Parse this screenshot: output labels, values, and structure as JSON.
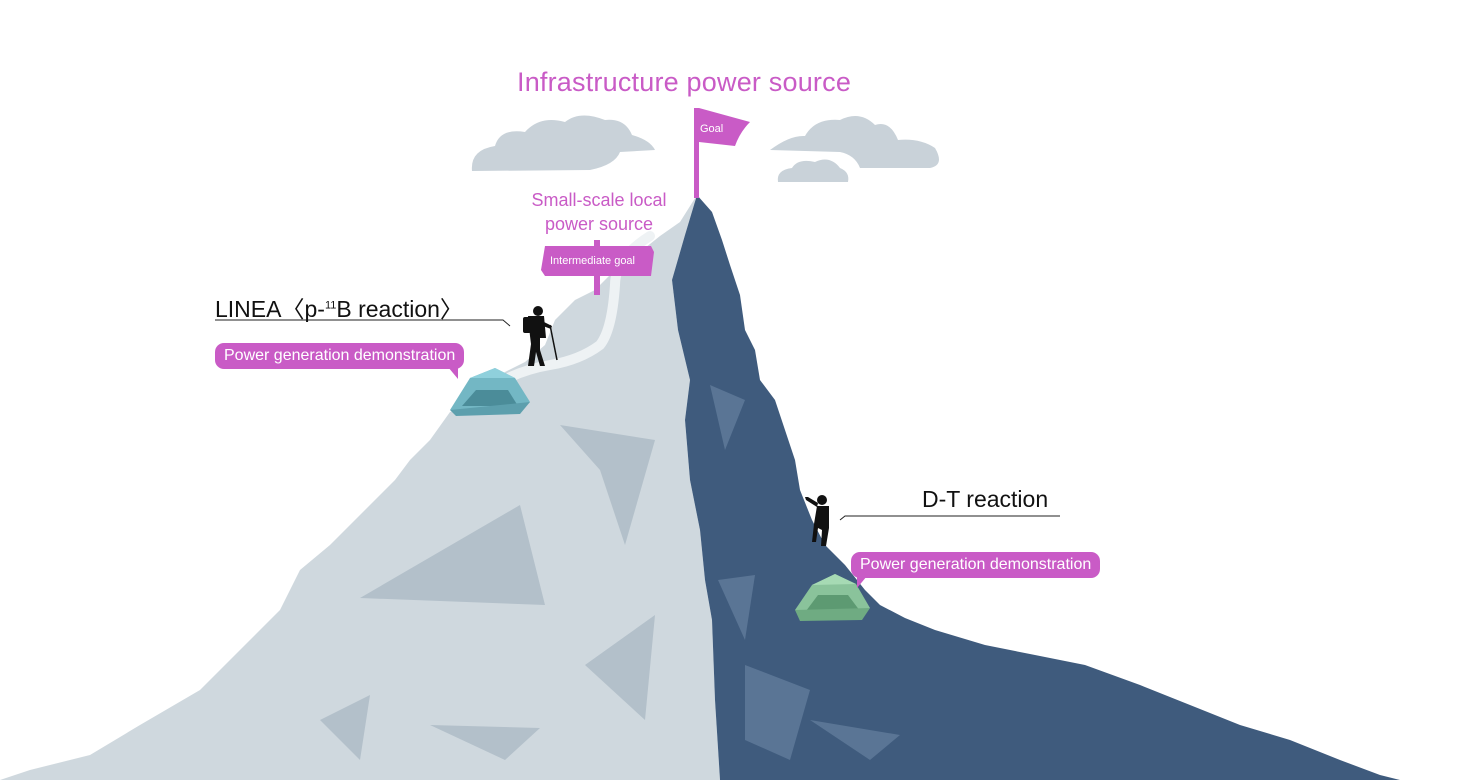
{
  "goal": {
    "heading": "Infrastructure power source",
    "flag_label": "Goal",
    "flag_color": "#c95bc6"
  },
  "intermediate": {
    "heading_line1": "Small-scale local",
    "heading_line2": "power source",
    "sign_label": "Intermediate goal"
  },
  "left_route": {
    "name_prefix": "LINEA〈p-",
    "name_sup": "11",
    "name_suffix": "B reaction〉",
    "milestone": "Power generation demonstration",
    "icon": "hiker-icon"
  },
  "right_route": {
    "name": "D-T reaction",
    "milestone": "Power generation demonstration",
    "icon": "climber-icon"
  },
  "colors": {
    "accent": "#c95bc6",
    "mountain_light": "#cfd8de",
    "mountain_dark": "#3f5b7d",
    "cloud": "#c9d2d9"
  }
}
